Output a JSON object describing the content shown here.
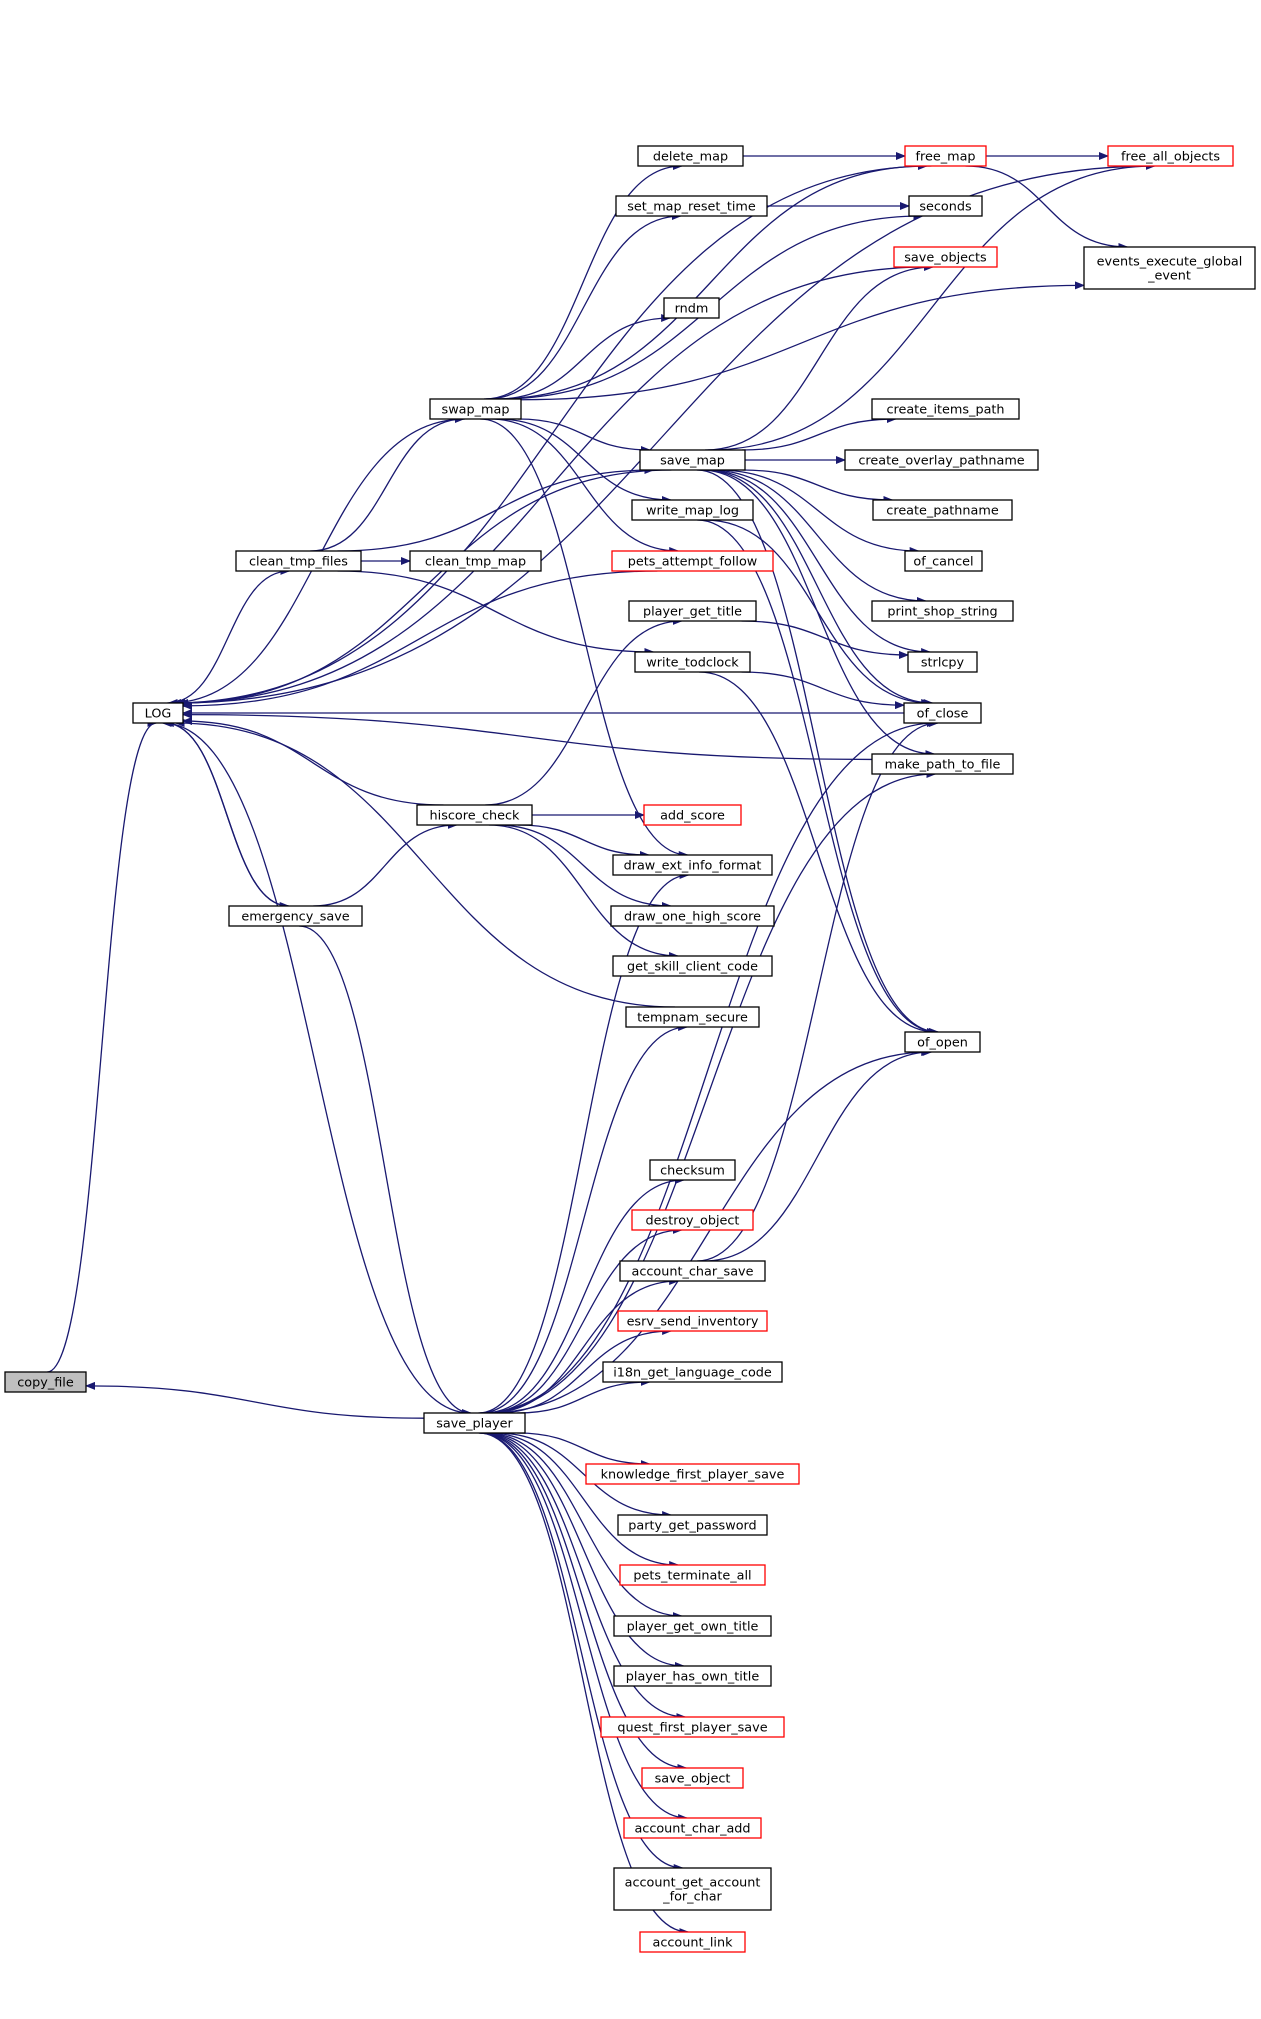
{
  "diagram": {
    "edge_color": "#191970",
    "highlight_border": "#ff0000",
    "focus_fill": "#bfbfbf",
    "nodes": [
      {
        "id": "copy_file",
        "label": [
          "copy_file"
        ],
        "style": "focus"
      },
      {
        "id": "LOG",
        "label": [
          "LOG"
        ],
        "style": "normal"
      },
      {
        "id": "save_player",
        "label": [
          "save_player"
        ],
        "style": "normal"
      },
      {
        "id": "clean_tmp_files",
        "label": [
          "clean_tmp_files"
        ],
        "style": "normal"
      },
      {
        "id": "emergency_save",
        "label": [
          "emergency_save"
        ],
        "style": "normal"
      },
      {
        "id": "swap_map",
        "label": [
          "swap_map"
        ],
        "style": "normal"
      },
      {
        "id": "clean_tmp_map",
        "label": [
          "clean_tmp_map"
        ],
        "style": "normal"
      },
      {
        "id": "hiscore_check",
        "label": [
          "hiscore_check"
        ],
        "style": "normal"
      },
      {
        "id": "delete_map",
        "label": [
          "delete_map"
        ],
        "style": "normal"
      },
      {
        "id": "set_map_reset_time",
        "label": [
          "set_map_reset_time"
        ],
        "style": "normal"
      },
      {
        "id": "rndm",
        "label": [
          "rndm"
        ],
        "style": "normal"
      },
      {
        "id": "save_map",
        "label": [
          "save_map"
        ],
        "style": "normal"
      },
      {
        "id": "write_map_log",
        "label": [
          "write_map_log"
        ],
        "style": "normal"
      },
      {
        "id": "pets_attempt_follow",
        "label": [
          "pets_attempt_follow"
        ],
        "style": "red"
      },
      {
        "id": "player_get_title",
        "label": [
          "player_get_title"
        ],
        "style": "normal"
      },
      {
        "id": "write_todclock",
        "label": [
          "write_todclock"
        ],
        "style": "normal"
      },
      {
        "id": "add_score",
        "label": [
          "add_score"
        ],
        "style": "red"
      },
      {
        "id": "draw_ext_info_format",
        "label": [
          "draw_ext_info_format"
        ],
        "style": "normal"
      },
      {
        "id": "draw_one_high_score",
        "label": [
          "draw_one_high_score"
        ],
        "style": "normal"
      },
      {
        "id": "get_skill_client_code",
        "label": [
          "get_skill_client_code"
        ],
        "style": "normal"
      },
      {
        "id": "tempnam_secure",
        "label": [
          "tempnam_secure"
        ],
        "style": "normal"
      },
      {
        "id": "checksum",
        "label": [
          "checksum"
        ],
        "style": "normal"
      },
      {
        "id": "destroy_object",
        "label": [
          "destroy_object"
        ],
        "style": "red"
      },
      {
        "id": "account_char_save",
        "label": [
          "account_char_save"
        ],
        "style": "normal"
      },
      {
        "id": "esrv_send_inventory",
        "label": [
          "esrv_send_inventory"
        ],
        "style": "red"
      },
      {
        "id": "i18n_get_language_code",
        "label": [
          "i18n_get_language_code"
        ],
        "style": "normal"
      },
      {
        "id": "knowledge_first_player_save",
        "label": [
          "knowledge_first_player_save"
        ],
        "style": "red"
      },
      {
        "id": "party_get_password",
        "label": [
          "party_get_password"
        ],
        "style": "normal"
      },
      {
        "id": "pets_terminate_all",
        "label": [
          "pets_terminate_all"
        ],
        "style": "red"
      },
      {
        "id": "player_get_own_title",
        "label": [
          "player_get_own_title"
        ],
        "style": "normal"
      },
      {
        "id": "player_has_own_title",
        "label": [
          "player_has_own_title"
        ],
        "style": "normal"
      },
      {
        "id": "quest_first_player_save",
        "label": [
          "quest_first_player_save"
        ],
        "style": "red"
      },
      {
        "id": "save_object",
        "label": [
          "save_object"
        ],
        "style": "red"
      },
      {
        "id": "account_char_add",
        "label": [
          "account_char_add"
        ],
        "style": "red"
      },
      {
        "id": "account_get_account_for_char",
        "label": [
          "account_get_account",
          "_for_char"
        ],
        "style": "normal"
      },
      {
        "id": "account_link",
        "label": [
          "account_link"
        ],
        "style": "red"
      },
      {
        "id": "free_map",
        "label": [
          "free_map"
        ],
        "style": "red"
      },
      {
        "id": "seconds",
        "label": [
          "seconds"
        ],
        "style": "normal"
      },
      {
        "id": "save_objects",
        "label": [
          "save_objects"
        ],
        "style": "red"
      },
      {
        "id": "create_items_path",
        "label": [
          "create_items_path"
        ],
        "style": "normal"
      },
      {
        "id": "create_overlay_pathname",
        "label": [
          "create_overlay_pathname"
        ],
        "style": "normal"
      },
      {
        "id": "create_pathname",
        "label": [
          "create_pathname"
        ],
        "style": "normal"
      },
      {
        "id": "of_cancel",
        "label": [
          "of_cancel"
        ],
        "style": "normal"
      },
      {
        "id": "print_shop_string",
        "label": [
          "print_shop_string"
        ],
        "style": "normal"
      },
      {
        "id": "strlcpy",
        "label": [
          "strlcpy"
        ],
        "style": "normal"
      },
      {
        "id": "of_close",
        "label": [
          "of_close"
        ],
        "style": "normal"
      },
      {
        "id": "make_path_to_file",
        "label": [
          "make_path_to_file"
        ],
        "style": "normal"
      },
      {
        "id": "of_open",
        "label": [
          "of_open"
        ],
        "style": "normal"
      },
      {
        "id": "free_all_objects",
        "label": [
          "free_all_objects"
        ],
        "style": "red"
      },
      {
        "id": "events_execute_global_event",
        "label": [
          "events_execute_global",
          "_event"
        ],
        "style": "normal"
      }
    ],
    "edges": [
      [
        "copy_file",
        "LOG"
      ],
      [
        "save_player",
        "copy_file"
      ],
      [
        "LOG",
        "clean_tmp_files"
      ],
      [
        "LOG",
        "emergency_save"
      ],
      [
        "clean_tmp_files",
        "swap_map"
      ],
      [
        "clean_tmp_files",
        "clean_tmp_map"
      ],
      [
        "clean_tmp_files",
        "save_map"
      ],
      [
        "clean_tmp_files",
        "write_todclock"
      ],
      [
        "emergency_save",
        "hiscore_check"
      ],
      [
        "emergency_save",
        "save_player"
      ],
      [
        "emergency_save",
        "LOG"
      ],
      [
        "swap_map",
        "delete_map"
      ],
      [
        "swap_map",
        "set_map_reset_time"
      ],
      [
        "swap_map",
        "seconds"
      ],
      [
        "swap_map",
        "rndm"
      ],
      [
        "swap_map",
        "free_map"
      ],
      [
        "swap_map",
        "save_map"
      ],
      [
        "swap_map",
        "write_map_log"
      ],
      [
        "swap_map",
        "pets_attempt_follow"
      ],
      [
        "swap_map",
        "events_execute_global_event"
      ],
      [
        "swap_map",
        "draw_ext_info_format"
      ],
      [
        "swap_map",
        "LOG"
      ],
      [
        "delete_map",
        "free_map"
      ],
      [
        "set_map_reset_time",
        "seconds"
      ],
      [
        "save_map",
        "save_objects"
      ],
      [
        "save_map",
        "free_all_objects"
      ],
      [
        "save_map",
        "create_items_path"
      ],
      [
        "save_map",
        "create_overlay_pathname"
      ],
      [
        "save_map",
        "create_pathname"
      ],
      [
        "save_map",
        "of_cancel"
      ],
      [
        "save_map",
        "print_shop_string"
      ],
      [
        "save_map",
        "strlcpy"
      ],
      [
        "save_map",
        "of_close"
      ],
      [
        "save_map",
        "make_path_to_file"
      ],
      [
        "save_map",
        "of_open"
      ],
      [
        "save_map",
        "LOG"
      ],
      [
        "write_map_log",
        "of_close"
      ],
      [
        "write_map_log",
        "of_open"
      ],
      [
        "free_map",
        "free_all_objects"
      ],
      [
        "free_map",
        "events_execute_global_event"
      ],
      [
        "free_map",
        "LOG"
      ],
      [
        "free_all_objects",
        "LOG"
      ],
      [
        "save_objects",
        "LOG"
      ],
      [
        "pets_attempt_follow",
        "LOG"
      ],
      [
        "player_get_title",
        "strlcpy"
      ],
      [
        "write_todclock",
        "of_close"
      ],
      [
        "write_todclock",
        "of_open"
      ],
      [
        "make_path_to_file",
        "LOG"
      ],
      [
        "hiscore_check",
        "player_get_title"
      ],
      [
        "hiscore_check",
        "add_score"
      ],
      [
        "hiscore_check",
        "draw_ext_info_format"
      ],
      [
        "hiscore_check",
        "draw_one_high_score"
      ],
      [
        "hiscore_check",
        "get_skill_client_code"
      ],
      [
        "hiscore_check",
        "LOG"
      ],
      [
        "tempnam_secure",
        "LOG"
      ],
      [
        "account_char_save",
        "of_close"
      ],
      [
        "account_char_save",
        "of_open"
      ],
      [
        "save_player",
        "draw_ext_info_format"
      ],
      [
        "save_player",
        "tempnam_secure"
      ],
      [
        "save_player",
        "of_close"
      ],
      [
        "save_player",
        "make_path_to_file"
      ],
      [
        "save_player",
        "checksum"
      ],
      [
        "save_player",
        "destroy_object"
      ],
      [
        "save_player",
        "account_char_save"
      ],
      [
        "save_player",
        "esrv_send_inventory"
      ],
      [
        "save_player",
        "i18n_get_language_code"
      ],
      [
        "save_player",
        "of_open"
      ],
      [
        "save_player",
        "knowledge_first_player_save"
      ],
      [
        "save_player",
        "party_get_password"
      ],
      [
        "save_player",
        "pets_terminate_all"
      ],
      [
        "save_player",
        "player_get_own_title"
      ],
      [
        "save_player",
        "player_has_own_title"
      ],
      [
        "save_player",
        "quest_first_player_save"
      ],
      [
        "save_player",
        "save_object"
      ],
      [
        "save_player",
        "account_char_add"
      ],
      [
        "save_player",
        "account_get_account_for_char"
      ],
      [
        "save_player",
        "account_link"
      ],
      [
        "save_player",
        "LOG"
      ],
      [
        "of_close",
        "LOG"
      ]
    ]
  }
}
